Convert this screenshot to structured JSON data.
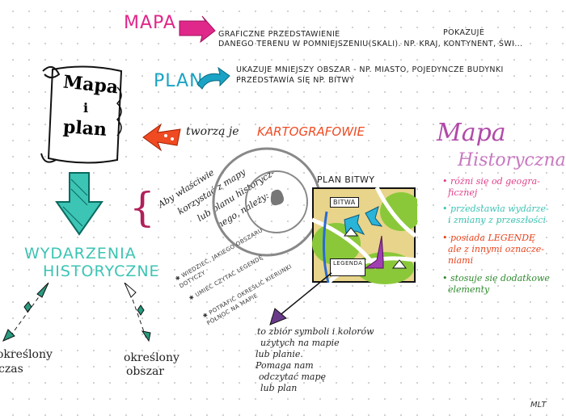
{
  "title": {
    "line1": "Mapa",
    "line2": "i",
    "line3": "plan"
  },
  "mapa": {
    "label": "MAPA",
    "line1": "GRAFICZNE PRZEDSTAWIENIE",
    "line1b": "POKAZUJE",
    "line2": "DANEGO TERENU W POMNIEJSZENIU(SKALI). NP. KRAJ, KONTYNENT, ŚWI..."
  },
  "plan": {
    "label": "PLAN",
    "line1": "UKAZUJE MNIEJSZY OBSZAR - NP. MIASTO, POJEDYNCZE BUDYNKI",
    "line2": "PRZEDSTAWIA SIĘ NP. BITWY"
  },
  "cartographers": {
    "prefix": "tworzą je",
    "name": "KARTOGRAFOWIE"
  },
  "usage": {
    "lines": [
      "Aby właściwie",
      "korzystać z mapy",
      "lub planu historycz-",
      "nego, należy:"
    ],
    "bullets": [
      "WIEDZIEĆ, JAKIEGO OBSZARU DOTYCZY",
      "UMIEĆ CZYTAĆ LEGENDĘ",
      "POTRAFIĆ OKREŚLIĆ KIERUNKI PÓŁNOC NA MAPIE"
    ]
  },
  "events": {
    "line1": "WYDARZENIA",
    "line2": "HISTORYCZNE",
    "left": [
      "określony",
      "czas"
    ],
    "right": [
      "określony",
      "obszar"
    ]
  },
  "battle_plan": {
    "title": "PLAN BITWY",
    "battle_label": "BITWA",
    "legend_label": "LEGENDA"
  },
  "legend_note": {
    "lines": [
      "to zbiór symboli i kolorów",
      "użytych na mapie",
      "lub planie.",
      "Pomaga nam",
      "odczytać mapę",
      "lub plan"
    ]
  },
  "historical_map": {
    "title1": "Mapa",
    "title2": "Historyczna",
    "points": [
      {
        "text": [
          "różni się od geogra-",
          "ficznej"
        ],
        "color": "#e0408a"
      },
      {
        "text": [
          "przedstawia wydarze-",
          "i zmiany z przeszłości"
        ],
        "color": "#3cc4b4"
      },
      {
        "text": [
          "posiada LEGENDĘ",
          "ale z innymi oznacze-",
          "niami"
        ],
        "color": "#e8421c"
      },
      {
        "text": [
          "stosuje się dodatkowe",
          "elementy"
        ],
        "color": "#2e8a2e"
      }
    ]
  },
  "signature": "MLT",
  "colors": {
    "pink": "#e0288a",
    "teal": "#1aa3c4",
    "mint": "#3cc4b4",
    "orange": "#f04a22",
    "purple": "#8a3a9a"
  }
}
